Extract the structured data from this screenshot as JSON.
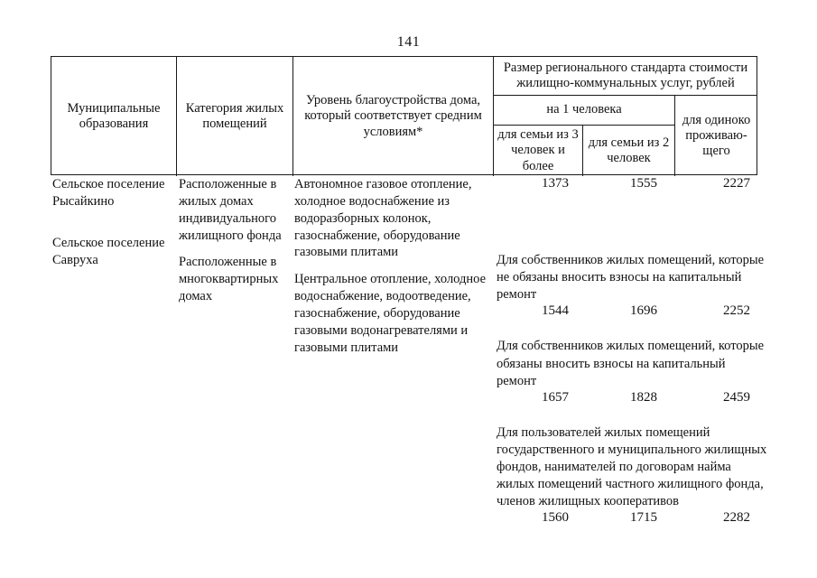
{
  "document": {
    "page_number": "141"
  },
  "table": {
    "header": {
      "col_municipalities": "Муниципальные образования",
      "col_category": "Категория жилых помещений",
      "col_level": "Уровень благоустройства дома, который соответствует средним условиям*",
      "group_standard": "Размер регионального стандарта стоимости жилищно-коммунальных услуг, рублей",
      "group_per_person": "на 1 человека",
      "col_family_3_plus": "для семьи из 3 человек и более",
      "col_family_2": "для семьи из 2 человек",
      "col_single": "для одиноко проживаю-щего"
    },
    "rows": [
      {
        "municipality": "Сельское поселение Рысайкино",
        "category": "Расположенные в жилых домах индивидуального жилищного фонда",
        "level": "Автономное газовое отопление, холодное водоснабжение из водоразборных колонок, газоснабжение, оборудование газовыми плитами",
        "blocks": [
          {
            "note": "",
            "family_3_plus": "1373",
            "family_2": "1555",
            "single": "2227"
          }
        ]
      },
      {
        "municipality": "Сельское поселение Савруха",
        "category": "Расположенные в многоквартирных домах",
        "level": "Центральное отопление, холодное водоснабжение, водоотведение, газоснабжение, оборудование газовыми водонагревателями и  газовыми плитами",
        "blocks": [
          {
            "note": "Для собственников жилых помещений, которые не обязаны вносить взносы на капитальный ремонт",
            "family_3_plus": "1544",
            "family_2": "1696",
            "single": "2252"
          },
          {
            "note": "Для собственников  жилых помещений, которые обязаны вносить взносы на капитальный ремонт",
            "family_3_plus": "1657",
            "family_2": "1828",
            "single": "2459"
          },
          {
            "note": "Для пользователей жилых помещений государственного и муниципального жилищных фондов, нанимателей по договорам найма жилых помещений частного жилищного фонда, членов жилищных кооперативов",
            "family_3_plus": "1560",
            "family_2": "1715",
            "single": "2282"
          }
        ]
      }
    ]
  }
}
